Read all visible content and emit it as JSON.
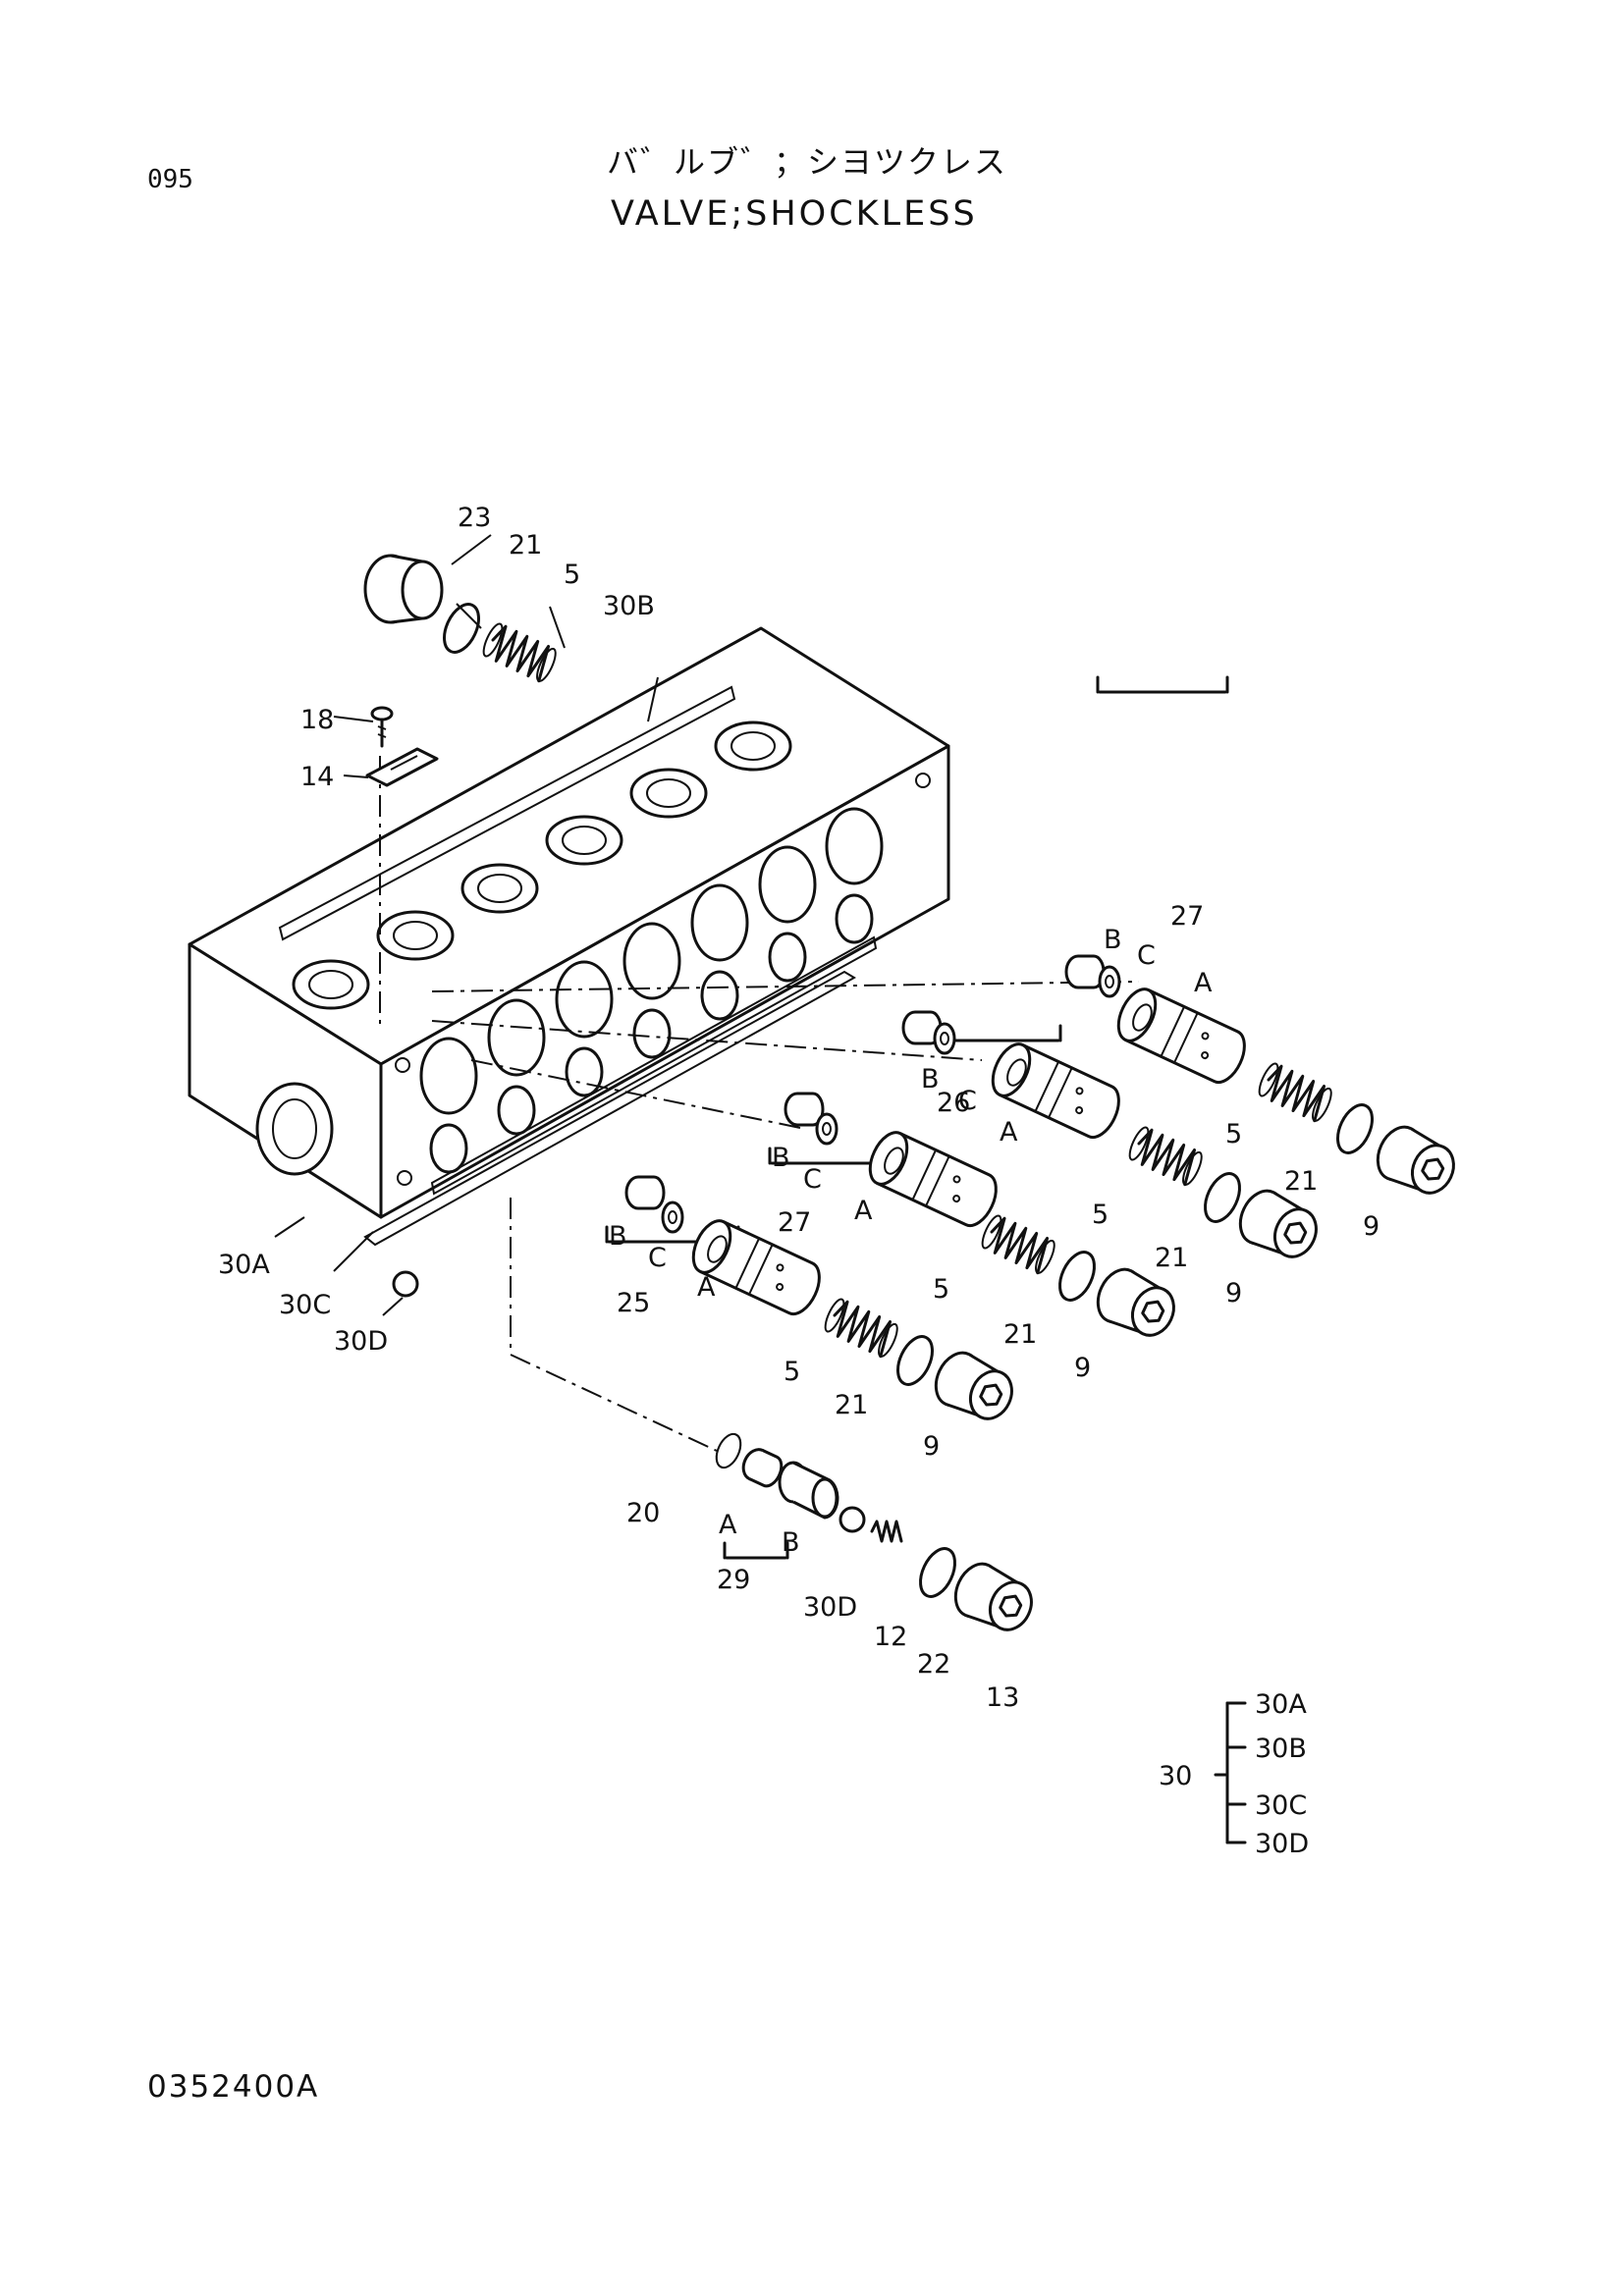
{
  "header": {
    "page_number": "095",
    "title_jp": "バ゛ルブ゛；シヨツクレス",
    "title_en": "VALVE;SHOCKLESS"
  },
  "footer": {
    "drawing_number": "0352400A"
  },
  "callouts": {
    "c23": "23",
    "c21_top": "21",
    "c5_top": "5",
    "c30B": "30B",
    "c18": "18",
    "c14": "14",
    "c27_top": "27",
    "c27_top_B": "B",
    "c27_top_C": "C",
    "c27_top_A": "A",
    "c5_r1": "5",
    "c21_r1": "21",
    "c9_r1": "9",
    "c26": "26",
    "c26_B": "B",
    "c26_C": "C",
    "c26_A": "A",
    "c5_r2": "5",
    "c21_r2": "21",
    "c9_r2": "9",
    "c27_mid": "27",
    "c27_mid_B": "B",
    "c27_mid_C": "C",
    "c27_mid_A": "A",
    "c5_r3": "5",
    "c21_r3": "21",
    "c9_r3": "9",
    "c25": "25",
    "c25_B": "B",
    "c25_C": "C",
    "c25_A": "A",
    "c5_r4": "5",
    "c21_r4": "21",
    "c9_r4": "9",
    "c30A": "30A",
    "c30C": "30C",
    "c30D": "30D",
    "c20": "20",
    "c29": "29",
    "c29_A": "A",
    "c29_B": "B",
    "c30D_low": "30D",
    "c12": "12",
    "c22": "22",
    "c13": "13"
  },
  "legend": {
    "parent": "30",
    "children": [
      "30A",
      "30B",
      "30C",
      "30D"
    ]
  }
}
